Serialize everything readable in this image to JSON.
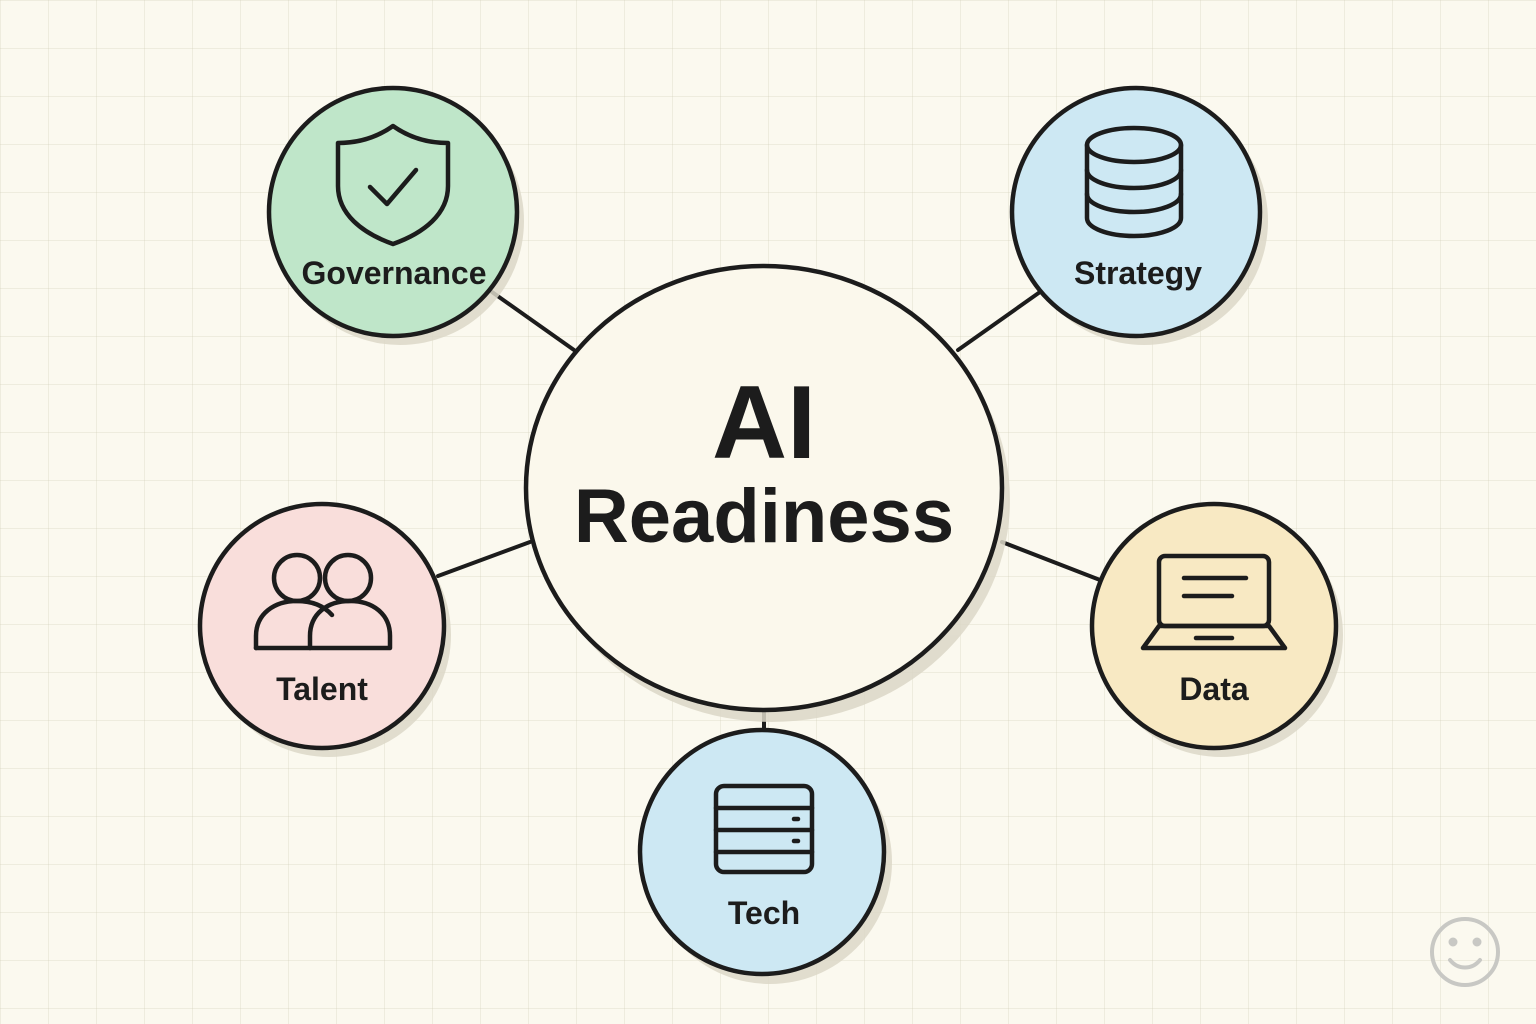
{
  "center": {
    "title": "AI",
    "subtitle": "Readiness",
    "fill": "#fbf8ec"
  },
  "nodes": {
    "governance": {
      "label": "Governance",
      "fill": "#bfe6c9",
      "icon": "shield-check-icon"
    },
    "strategy": {
      "label": "Strategy",
      "fill": "#cde8f3",
      "icon": "database-icon"
    },
    "talent": {
      "label": "Talent",
      "fill": "#f9dedb",
      "icon": "people-icon"
    },
    "data": {
      "label": "Data",
      "fill": "#f8e9c3",
      "icon": "laptop-icon"
    },
    "tech": {
      "label": "Tech",
      "fill": "#cde8f3",
      "icon": "server-icon"
    }
  },
  "icon_fill": "#bfe6c9",
  "watermark": {
    "icon": "smiley-icon"
  }
}
